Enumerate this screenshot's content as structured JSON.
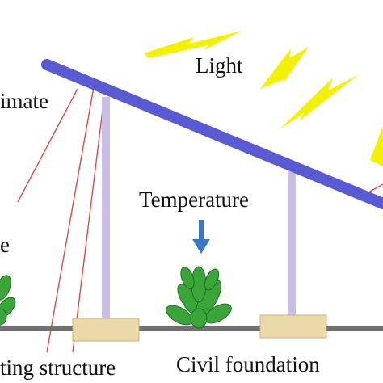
{
  "labels": {
    "light": "Light",
    "climate": "imate",
    "temperature": "Temperature",
    "left_fragment": "e",
    "supporting_structure": "ting structure",
    "civil_foundation": "Civil foundation"
  },
  "colors": {
    "panel": "#5a5ad2",
    "post": "#c8bee6",
    "ground": "#707070",
    "foundation": "#ead9a9",
    "lightning": "#f2f200",
    "temperature_arrow": "#3a78c8",
    "annotation_line": "#e04848",
    "plant": "#3aa63a"
  },
  "icons": [
    "lightning-bolt-icon",
    "down-arrow-icon",
    "plant-icon"
  ]
}
